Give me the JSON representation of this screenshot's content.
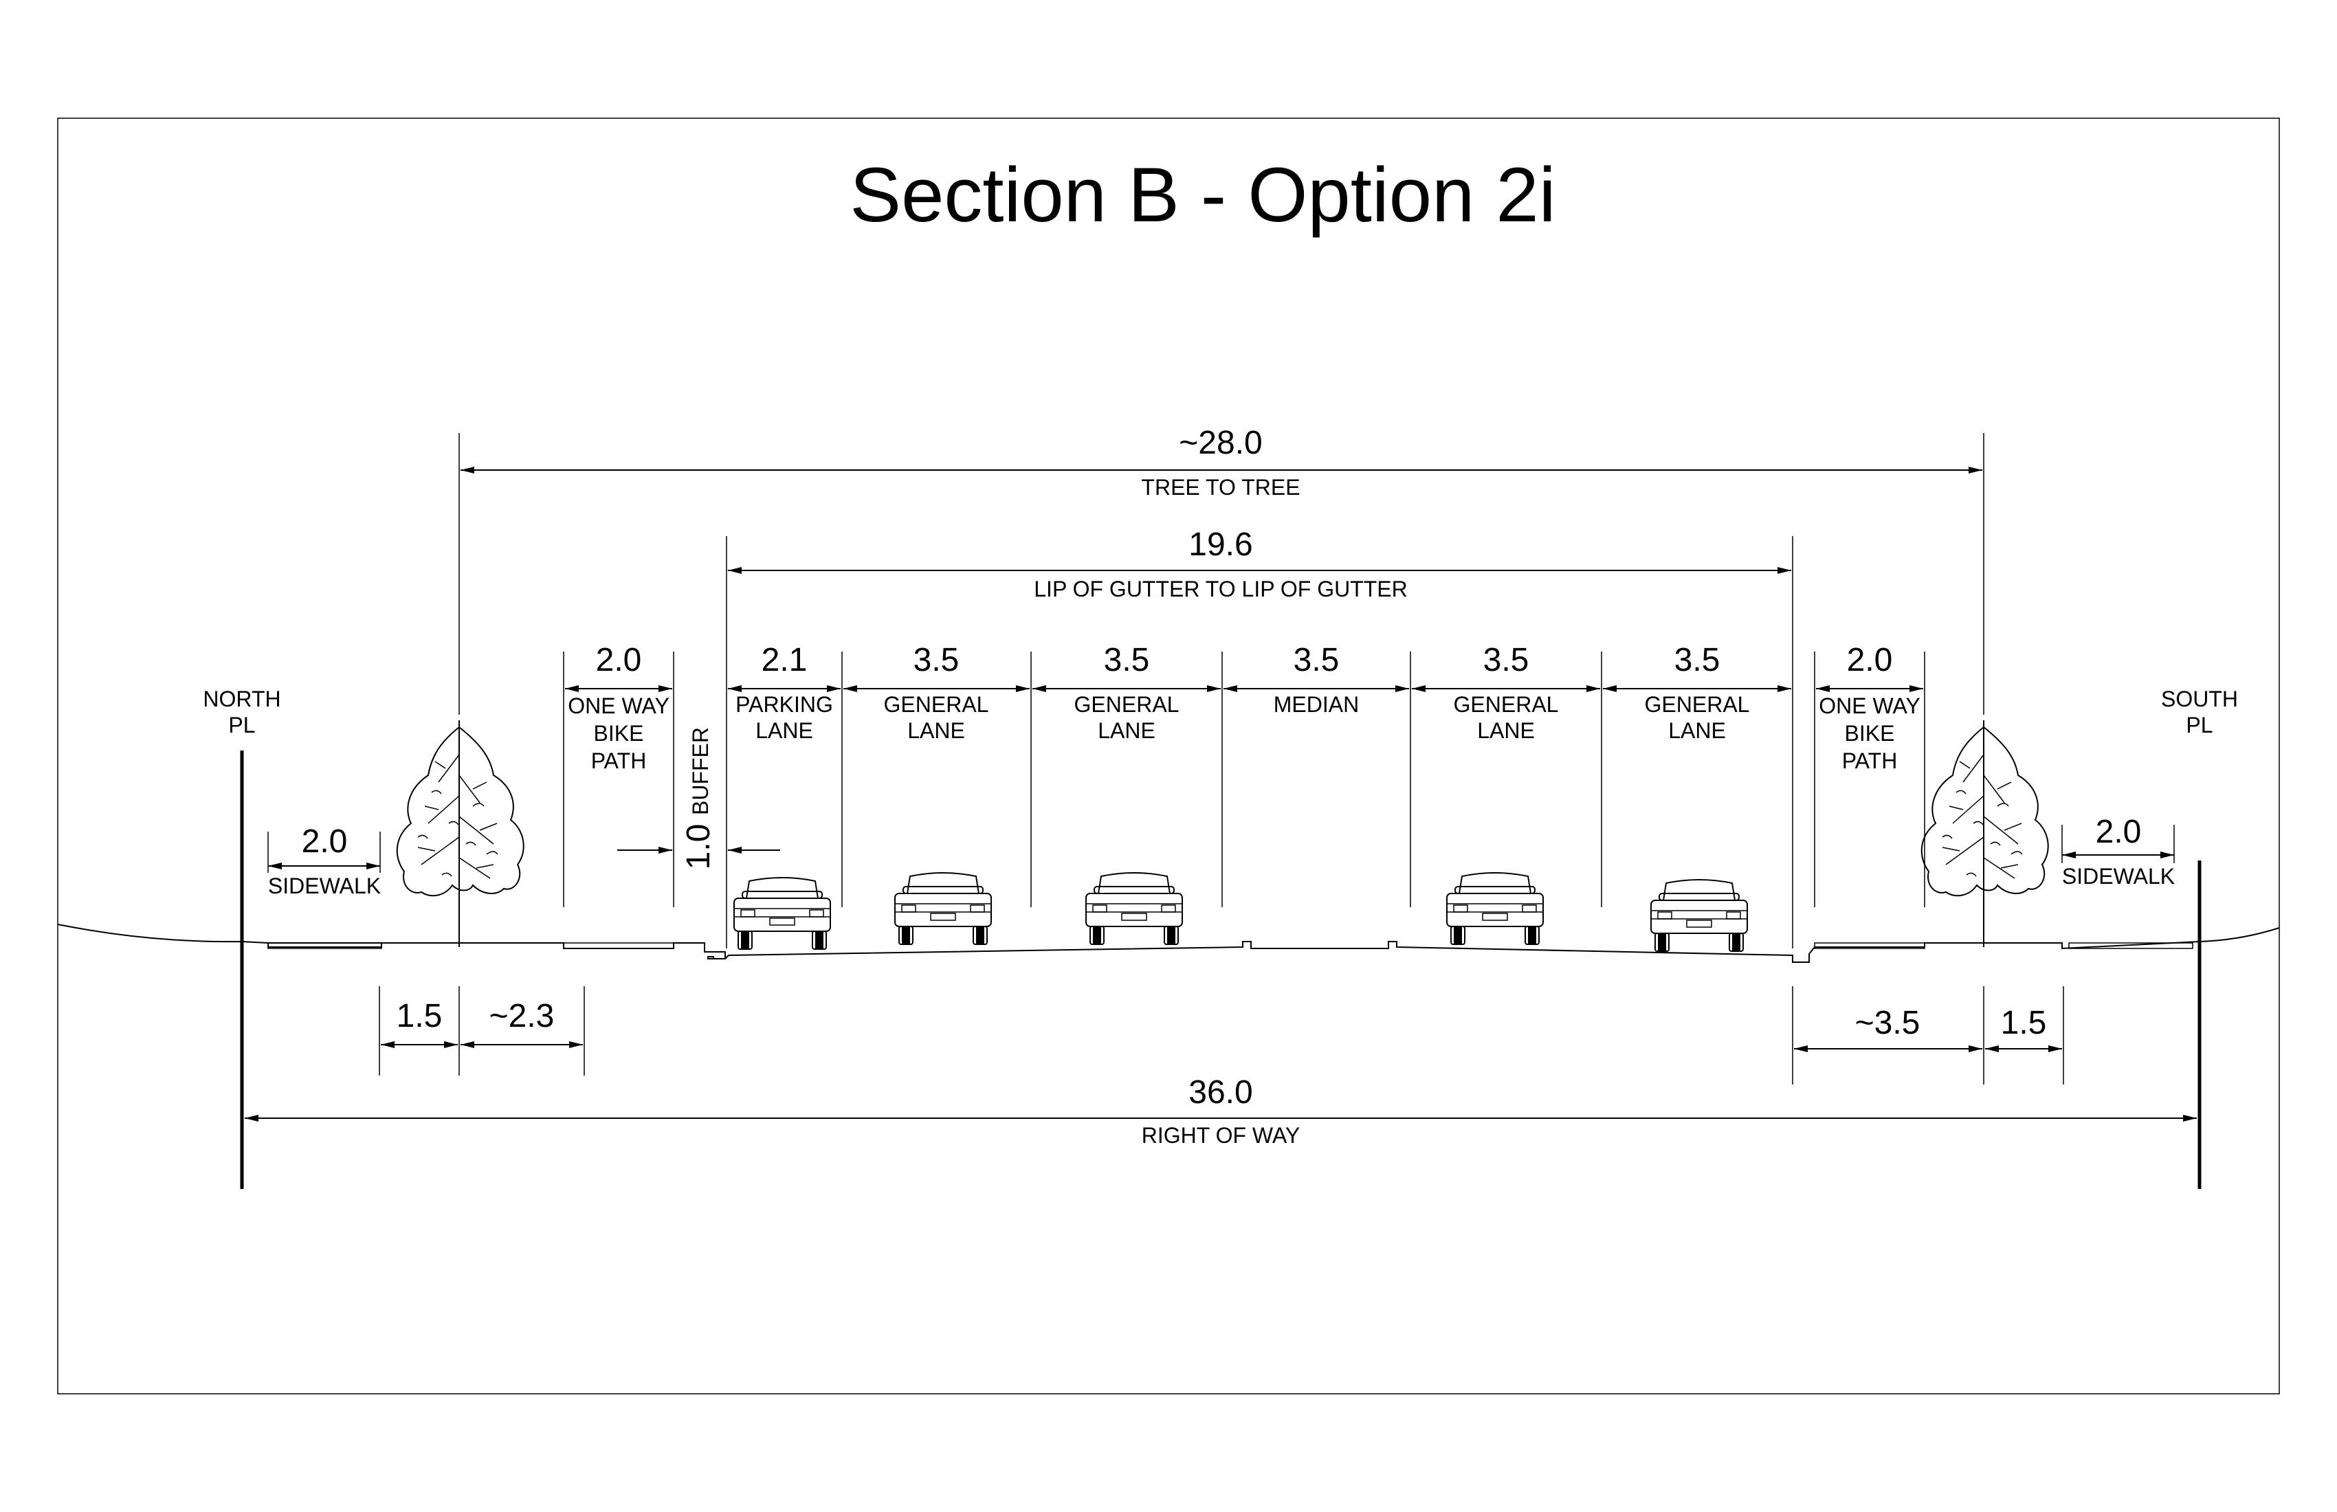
{
  "title": "Section B - Option 2i",
  "property_lines": {
    "north": [
      "NORTH",
      "PL"
    ],
    "south": [
      "SOUTH",
      "PL"
    ]
  },
  "overall": {
    "tree_to_tree": {
      "value": "~28.0",
      "label": "TREE TO TREE"
    },
    "gutter_to_gutter": {
      "value": "19.6",
      "label": "LIP OF GUTTER TO LIP OF GUTTER"
    },
    "right_of_way": {
      "value": "36.0",
      "label": "RIGHT OF WAY"
    }
  },
  "segments": [
    {
      "id": "north-sidewalk",
      "value": "2.0",
      "label": [
        "SIDEWALK"
      ]
    },
    {
      "id": "north-bike-path",
      "value": "2.0",
      "label": [
        "ONE WAY",
        "BIKE",
        "PATH"
      ]
    },
    {
      "id": "buffer",
      "value": "1.0",
      "label": [
        "BUFFER"
      ]
    },
    {
      "id": "parking-lane",
      "value": "2.1",
      "label": [
        "PARKING",
        "LANE"
      ]
    },
    {
      "id": "general-lane-1",
      "value": "3.5",
      "label": [
        "GENERAL",
        "LANE"
      ]
    },
    {
      "id": "general-lane-2",
      "value": "3.5",
      "label": [
        "GENERAL",
        "LANE"
      ]
    },
    {
      "id": "median",
      "value": "3.5",
      "label": [
        "MEDIAN"
      ]
    },
    {
      "id": "general-lane-3",
      "value": "3.5",
      "label": [
        "GENERAL",
        "LANE"
      ]
    },
    {
      "id": "general-lane-4",
      "value": "3.5",
      "label": [
        "GENERAL",
        "LANE"
      ]
    },
    {
      "id": "south-bike-path",
      "value": "2.0",
      "label": [
        "ONE WAY",
        "BIKE",
        "PATH"
      ]
    },
    {
      "id": "south-sidewalk",
      "value": "2.0",
      "label": [
        "SIDEWALK"
      ]
    }
  ],
  "lower_dims": {
    "north_a": "1.5",
    "north_b": "~2.3",
    "south_a": "~3.5",
    "south_b": "1.5"
  },
  "icons": [
    "tree-icon",
    "car-icon",
    "arrow-icon"
  ]
}
